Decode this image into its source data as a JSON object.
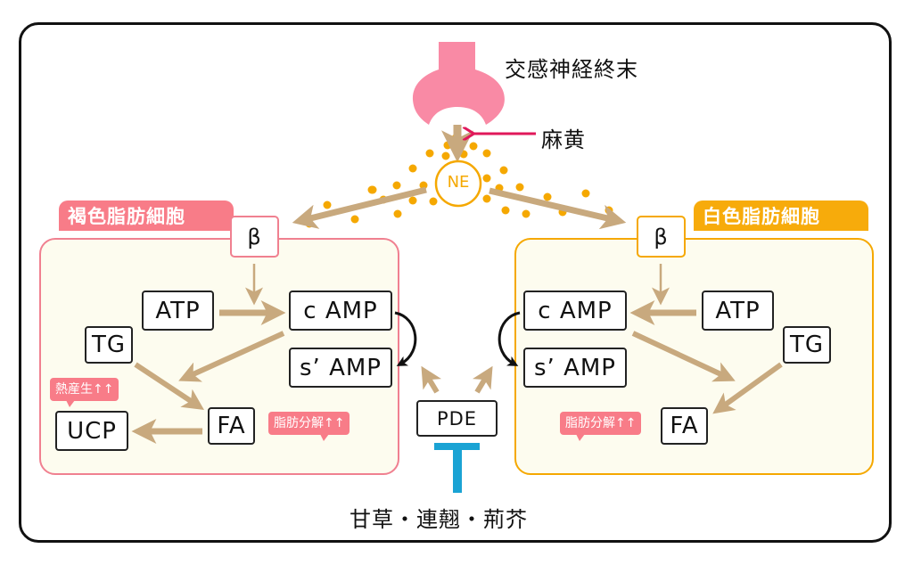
{
  "colors": {
    "nerve_pink": "#f98aa5",
    "arrow_tan": "#c8a97e",
    "ne_orange": "#f5a800",
    "ephedra_arrow": "#e0185a",
    "inhibit_blue": "#1aa3d4",
    "brown_cell_border": "#f08090",
    "white_cell_border": "#f5a800",
    "cell_fill": "#fdfcef"
  },
  "header": {
    "nerve_terminal_label": "交感神経終末",
    "ephedra_label": "麻黄",
    "ne_label": "NE"
  },
  "brown_cell": {
    "title": "褐色脂肪細胞",
    "receptor": "β",
    "atp": "ATP",
    "camp": "c AMP",
    "samp": "s’ AMP",
    "tg": "TG",
    "fa": "FA",
    "ucp": "UCP",
    "thermogenesis_tag": "熱産生↑↑",
    "lipolysis_tag": "脂肪分解↑↑"
  },
  "white_cell": {
    "title": "白色脂肪細胞",
    "receptor": "β",
    "atp": "ATP",
    "camp": "c AMP",
    "samp": "s’ AMP",
    "tg": "TG",
    "fa": "FA",
    "lipolysis_tag": "脂肪分解↑↑"
  },
  "center": {
    "pde": "PDE",
    "inhibitors": "甘草・連翹・荊芥"
  }
}
